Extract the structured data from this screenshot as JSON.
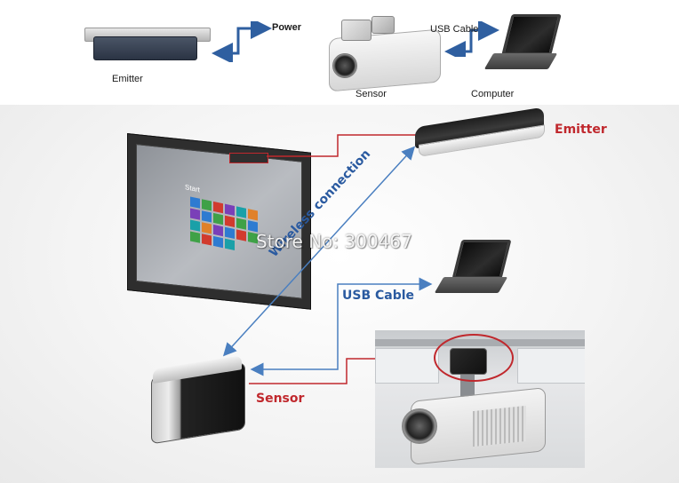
{
  "labels": {
    "emitter_top": "Emitter",
    "power": "Power",
    "sensor_top": "Sensor",
    "usb_cable_top": "USB Cable",
    "computer": "Computer",
    "emitter_main": "Emitter",
    "wireless": "Wireless connection",
    "usb_cable_main": "USB Cable",
    "sensor_main": "Sensor",
    "start": "Start"
  },
  "watermark": "Store No: 300467",
  "colors": {
    "red_line": "#c0282d",
    "blue_line": "#4a7fc0",
    "dark_blue_arrow": "#2f5fa0"
  }
}
